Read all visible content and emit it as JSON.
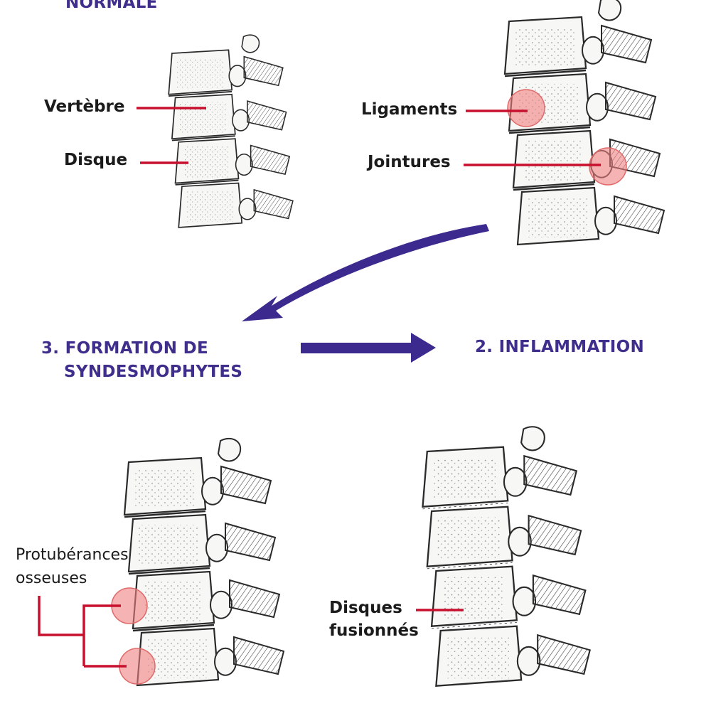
{
  "stages": {
    "normal": "NORMALE",
    "inflammation": "2. INFLAMMATION",
    "formation_line1": "3. FORMATION DE",
    "formation_line2": "SYNDESMOPHYTES"
  },
  "labels": {
    "vertebre": "Vertèbre",
    "disque": "Disque",
    "ligaments": "Ligaments",
    "jointures": "Jointures",
    "protuberances_line1": "Protubérances",
    "protuberances_line2": "osseuses",
    "disques_fusionnes_line1": "Disques",
    "disques_fusionnes_line2": "fusionnés"
  },
  "colors": {
    "stage_text": "#3f2e8c",
    "arrow": "#3d2a8f",
    "leader_line": "#c8102e",
    "highlight": "#f08080",
    "bone_fill": "#f7f7f5",
    "bone_stroke": "#2a2a2a"
  }
}
